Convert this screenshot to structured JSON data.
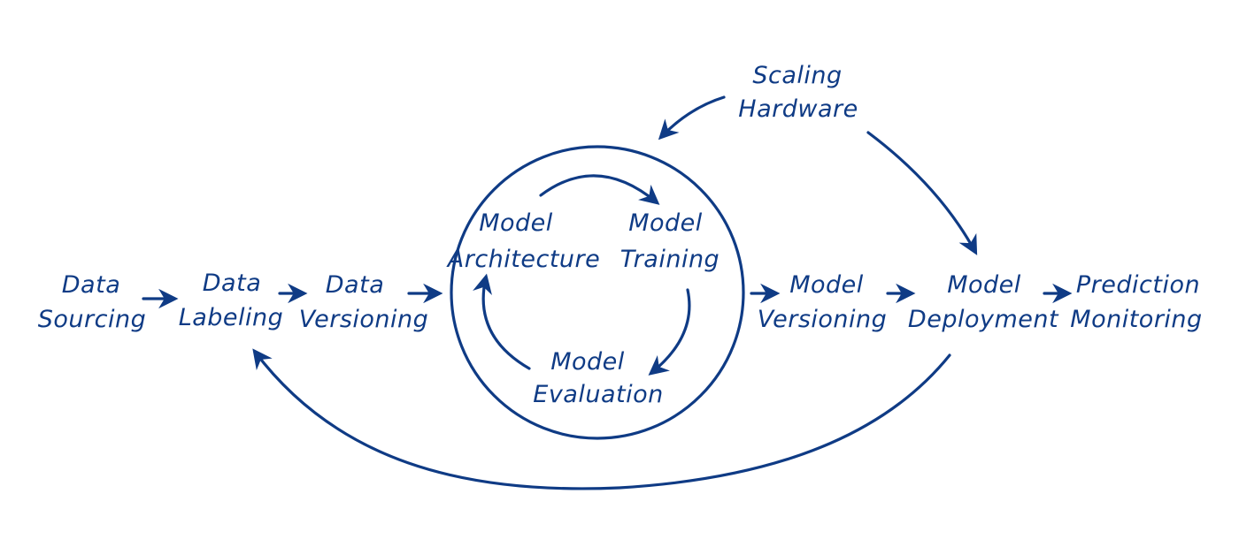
{
  "colors": {
    "ink": "#0f3b85",
    "background": "#ffffff"
  },
  "nodes": {
    "data_sourcing": {
      "line1": "Data",
      "line2": "Sourcing"
    },
    "data_labeling": {
      "line1": "Data",
      "line2": "Labeling"
    },
    "data_versioning": {
      "line1": "Data",
      "line2": "Versioning"
    },
    "model_architecture": {
      "line1": "Model",
      "line2": "Architecture"
    },
    "model_training": {
      "line1": "Model",
      "line2": "Training"
    },
    "model_evaluation": {
      "line1": "Model",
      "line2": "Evaluation"
    },
    "model_versioning": {
      "line1": "Model",
      "line2": "Versioning"
    },
    "model_deployment": {
      "line1": "Model",
      "line2": "Deployment"
    },
    "prediction_monitoring": {
      "line1": "Prediction",
      "line2": "Monitoring"
    },
    "scaling_hardware": {
      "line1": "Scaling",
      "line2": "Hardware"
    }
  },
  "edges": [
    {
      "from": "data_sourcing",
      "to": "data_labeling"
    },
    {
      "from": "data_labeling",
      "to": "data_versioning"
    },
    {
      "from": "data_versioning",
      "to": "model_cycle"
    },
    {
      "from": "model_architecture",
      "to": "model_training"
    },
    {
      "from": "model_training",
      "to": "model_evaluation"
    },
    {
      "from": "model_evaluation",
      "to": "model_architecture"
    },
    {
      "from": "model_cycle",
      "to": "model_versioning"
    },
    {
      "from": "model_versioning",
      "to": "model_deployment"
    },
    {
      "from": "model_deployment",
      "to": "prediction_monitoring"
    },
    {
      "from": "scaling_hardware",
      "to": "model_cycle"
    },
    {
      "from": "scaling_hardware",
      "to": "model_deployment"
    },
    {
      "from": "model_deployment",
      "to": "data_labeling"
    }
  ]
}
